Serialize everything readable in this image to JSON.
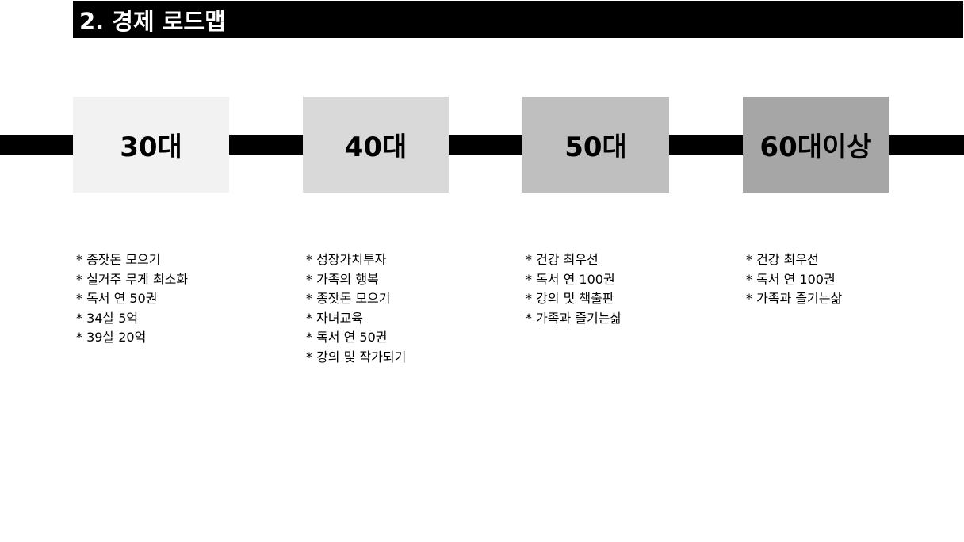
{
  "header": {
    "title": "2. 경제 로드맵"
  },
  "stages": [
    {
      "label": "30대",
      "color": "#f2f2f2",
      "items": [
        "* 종잣돈 모으기",
        "* 실거주 무게 최소화",
        "* 독서 연 50권",
        "* 34살 5억",
        "* 39살 20억"
      ]
    },
    {
      "label": "40대",
      "color": "#d9d9d9",
      "items": [
        "* 성장가치투자",
        "* 가족의 행복",
        "* 종잣돈 모으기",
        "* 자녀교육",
        "* 독서 연 50권",
        "* 강의 및 작가되기"
      ]
    },
    {
      "label": "50대",
      "color": "#bfbfbf",
      "items": [
        "* 건강 최우선",
        "* 독서 연 100권",
        "* 강의 및 책출판",
        "* 가족과 즐기는삶"
      ]
    },
    {
      "label": "60대이상",
      "color": "#a6a6a6",
      "items": [
        "* 건강 최우선",
        "* 독서 연 100권",
        "* 가족과 즐기는삶"
      ]
    }
  ]
}
